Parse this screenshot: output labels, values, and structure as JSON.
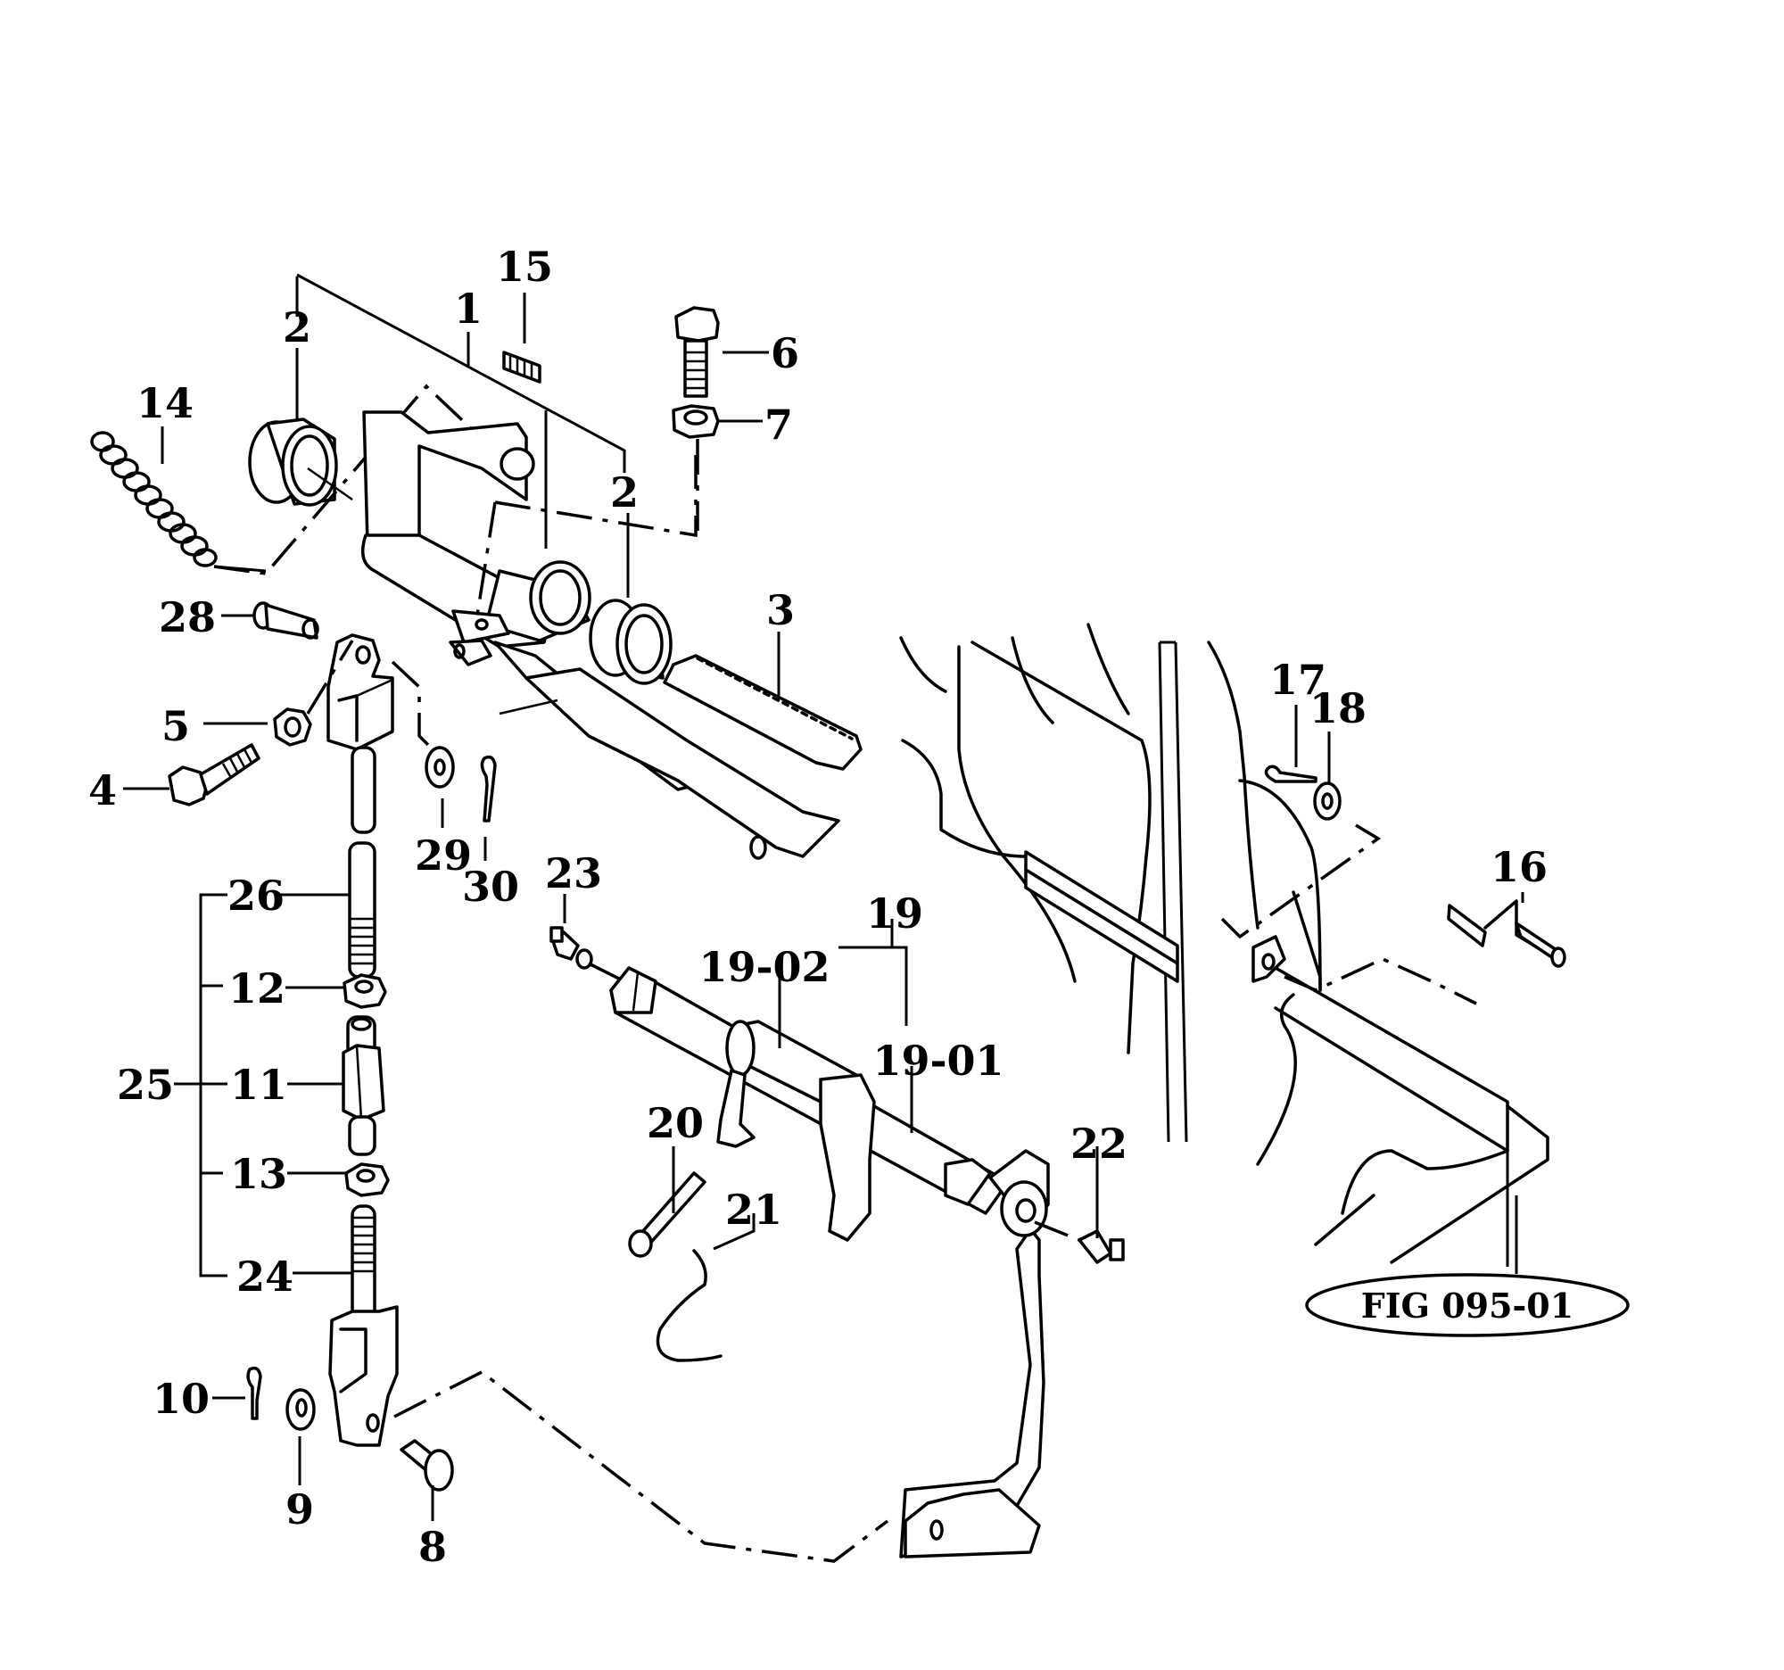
{
  "figure": {
    "reference": "FIG 095-01"
  },
  "callouts": {
    "c1": "1",
    "c2a": "2",
    "c2b": "2",
    "c3": "3",
    "c4": "4",
    "c5": "5",
    "c6": "6",
    "c7": "7",
    "c8": "8",
    "c9": "9",
    "c10": "10",
    "c11": "11",
    "c12": "12",
    "c13": "13",
    "c14": "14",
    "c15": "15",
    "c16": "16",
    "c17": "17",
    "c18": "18",
    "c19": "19",
    "c19_01": "19-01",
    "c19_02": "19-02",
    "c20": "20",
    "c21": "21",
    "c22": "22",
    "c23": "23",
    "c24": "24",
    "c25": "25",
    "c26": "26",
    "c28": "28",
    "c29": "29",
    "c30": "30"
  },
  "colors": {
    "ink": "#000000",
    "paper": "#ffffff"
  }
}
